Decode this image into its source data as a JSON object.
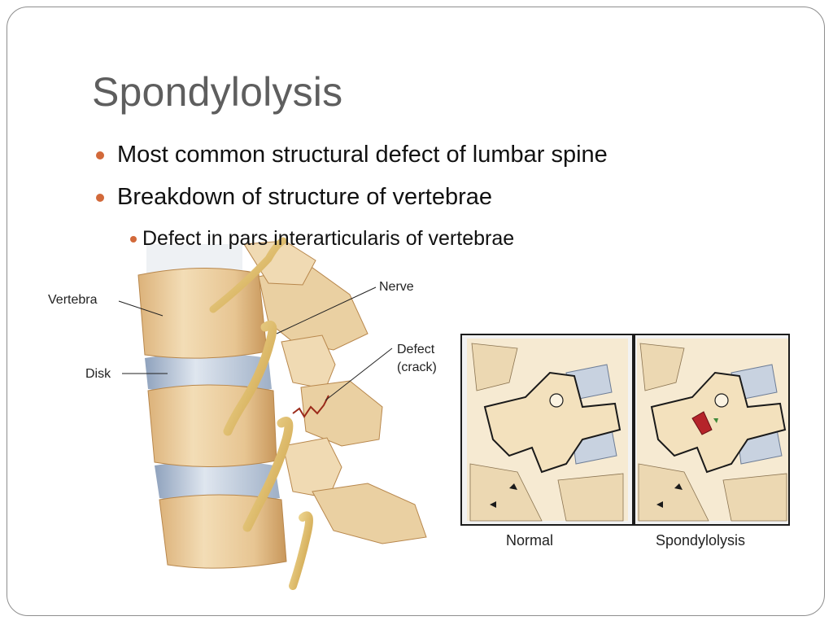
{
  "slide": {
    "title": "Spondylolysis",
    "bullets": [
      "Most common structural defect of lumbar spine",
      "Breakdown of structure of vertebrae"
    ],
    "sub_bullets": [
      "Defect in pars interarticularis of vertebrae"
    ]
  },
  "illustration": {
    "spine_labels": {
      "vertebra": "Vertebra",
      "disk": "Disk",
      "nerve": "Nerve",
      "defect_line1": "Defect",
      "defect_line2": "(crack)"
    },
    "panel_captions": {
      "normal": "Normal",
      "spondylolysis": "Spondylolysis"
    }
  },
  "colors": {
    "bullet": "#d2693a",
    "title": "#5e5e5e",
    "bone": "#ecd1a3",
    "bone_shade": "#c99a5c",
    "disk": "#b9c6d8",
    "defect": "#b5242a"
  }
}
